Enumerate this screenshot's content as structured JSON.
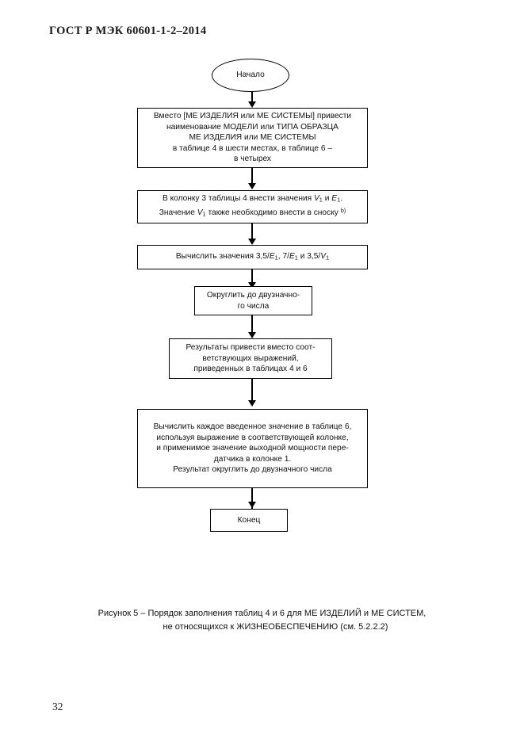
{
  "document": {
    "header": "ГОСТ Р  МЭК 60601-1-2–2014",
    "page_number": "32"
  },
  "flowchart": {
    "nodes": [
      {
        "id": "start",
        "shape": "terminator-ellipse",
        "label": "Начало"
      },
      {
        "id": "step1",
        "shape": "process-rect",
        "lines": [
          "Вместо [МЕ ИЗДЕЛИЯ или МЕ СИСТЕМЫ] привести",
          "наименование МОДЕЛИ или ТИПА ОБРАЗЦА",
          "МЕ ИЗДЕЛИЯ или  МЕ СИСТЕМЫ",
          "в таблице 4 в шести местах, в таблице 6 –",
          "в четырех"
        ]
      },
      {
        "id": "step2",
        "shape": "process-rect",
        "line1_a": "В колонку 3 таблицы 4 внести значения ",
        "line1_v": "V",
        "line1_v_sub": "1",
        "line1_and": " и ",
        "line1_e": "E",
        "line1_e_sub": "1",
        "line1_end": ".",
        "line2_a": "Значение ",
        "line2_v": "V",
        "line2_v_sub": "1",
        "line2_b": " также необходимо внести в сноску ",
        "line2_sup": "b)"
      },
      {
        "id": "step3",
        "shape": "process-rect",
        "prefix": "Вычислить значения 3,5/",
        "e1": "E",
        "e1_sub": "1",
        "mid1": ", 7/",
        "e2": "E",
        "e2_sub": "1",
        "mid2": " и 3,5/",
        "v1": "V",
        "v1_sub": "1"
      },
      {
        "id": "step4",
        "shape": "process-rect",
        "lines": [
          "Округлить до двузначно-",
          "го числа"
        ]
      },
      {
        "id": "step5",
        "shape": "process-rect",
        "lines": [
          "Результаты привести вместо соот-",
          "ветствующих выражений,",
          "приведенных в таблицах  4 и 6"
        ]
      },
      {
        "id": "step6",
        "shape": "process-rect",
        "lines": [
          "Вычислить каждое введенное значение в таблице 6,",
          "используя выражение в соответствующей колонке,",
          "и применимое значение выходной мощности пере-",
          "датчика в колонке 1.",
          "Результат округлить до двузначного числа"
        ]
      },
      {
        "id": "end",
        "shape": "terminator-rect",
        "label": "Конец"
      }
    ]
  },
  "caption": {
    "line1": "Рисунок  5 – Порядок заполнения таблиц  4  и  6 для МЕ ИЗДЕЛИЙ и МЕ СИСТЕМ,",
    "line2": "не относящихся к  ЖИЗНЕОБЕСПЕЧЕНИЮ (см. 5.2.2.2)"
  }
}
